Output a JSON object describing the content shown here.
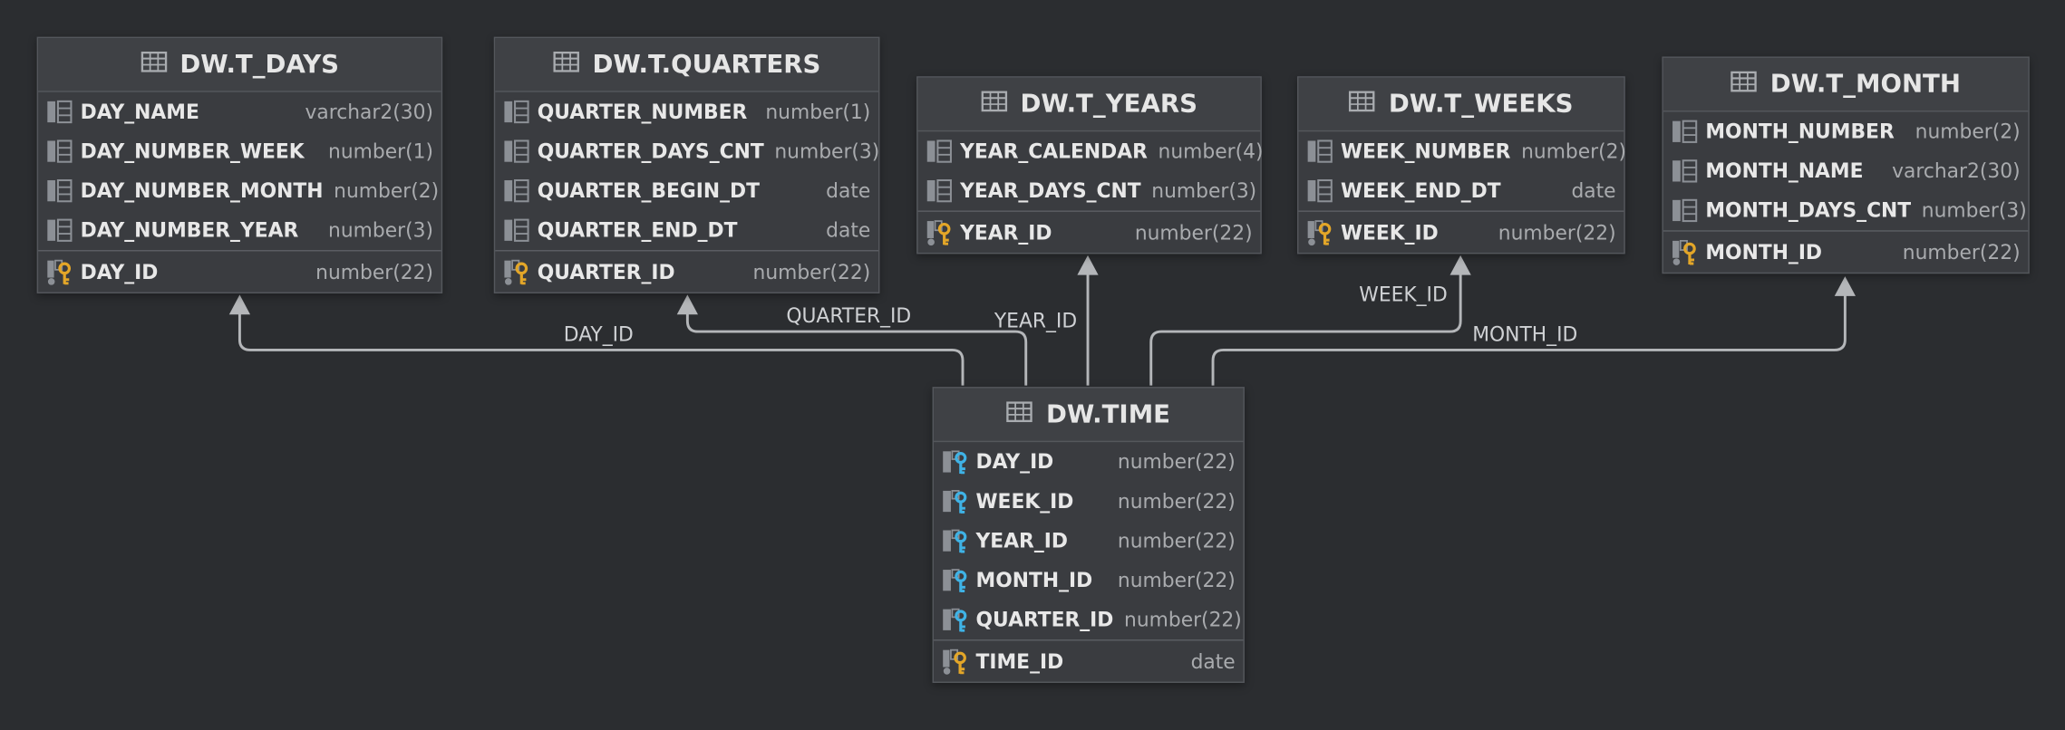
{
  "entities": {
    "t_days": {
      "title": "DW.T_DAYS",
      "columns": [
        {
          "name": "DAY_NAME",
          "type": "varchar2(30)"
        },
        {
          "name": "DAY_NUMBER_WEEK",
          "type": "number(1)"
        },
        {
          "name": "DAY_NUMBER_MONTH",
          "type": "number(2)"
        },
        {
          "name": "DAY_NUMBER_YEAR",
          "type": "number(3)"
        }
      ],
      "pk": {
        "name": "DAY_ID",
        "type": "number(22)"
      }
    },
    "t_quarters": {
      "title": "DW.T.QUARTERS",
      "columns": [
        {
          "name": "QUARTER_NUMBER",
          "type": "number(1)"
        },
        {
          "name": "QUARTER_DAYS_CNT",
          "type": "number(3)"
        },
        {
          "name": "QUARTER_BEGIN_DT",
          "type": "date"
        },
        {
          "name": "QUARTER_END_DT",
          "type": "date"
        }
      ],
      "pk": {
        "name": "QUARTER_ID",
        "type": "number(22)"
      }
    },
    "t_years": {
      "title": "DW.T_YEARS",
      "columns": [
        {
          "name": "YEAR_CALENDAR",
          "type": "number(4)"
        },
        {
          "name": "YEAR_DAYS_CNT",
          "type": "number(3)"
        }
      ],
      "pk": {
        "name": "YEAR_ID",
        "type": "number(22)"
      }
    },
    "t_weeks": {
      "title": "DW.T_WEEKS",
      "columns": [
        {
          "name": "WEEK_NUMBER",
          "type": "number(2)"
        },
        {
          "name": "WEEK_END_DT",
          "type": "date"
        }
      ],
      "pk": {
        "name": "WEEK_ID",
        "type": "number(22)"
      }
    },
    "t_month": {
      "title": "DW.T_MONTH",
      "columns": [
        {
          "name": "MONTH_NUMBER",
          "type": "number(2)"
        },
        {
          "name": "MONTH_NAME",
          "type": "varchar2(30)"
        },
        {
          "name": "MONTH_DAYS_CNT",
          "type": "number(3)"
        }
      ],
      "pk": {
        "name": "MONTH_ID",
        "type": "number(22)"
      }
    },
    "time": {
      "title": "DW.TIME",
      "columns": [
        {
          "name": "DAY_ID",
          "type": "number(22)"
        },
        {
          "name": "WEEK_ID",
          "type": "number(22)"
        },
        {
          "name": "YEAR_ID",
          "type": "number(22)"
        },
        {
          "name": "MONTH_ID",
          "type": "number(22)"
        },
        {
          "name": "QUARTER_ID",
          "type": "number(22)"
        }
      ],
      "pk": {
        "name": "TIME_ID",
        "type": "date"
      }
    }
  },
  "links": {
    "day": "DAY_ID",
    "quarter": "QUARTER_ID",
    "year": "YEAR_ID",
    "week": "WEEK_ID",
    "month": "MONTH_ID"
  },
  "colors": {
    "background": "#2b2d30",
    "line": "#b4b6b9",
    "pk_key": "#e3a628",
    "fk_key": "#3fb3e6"
  }
}
